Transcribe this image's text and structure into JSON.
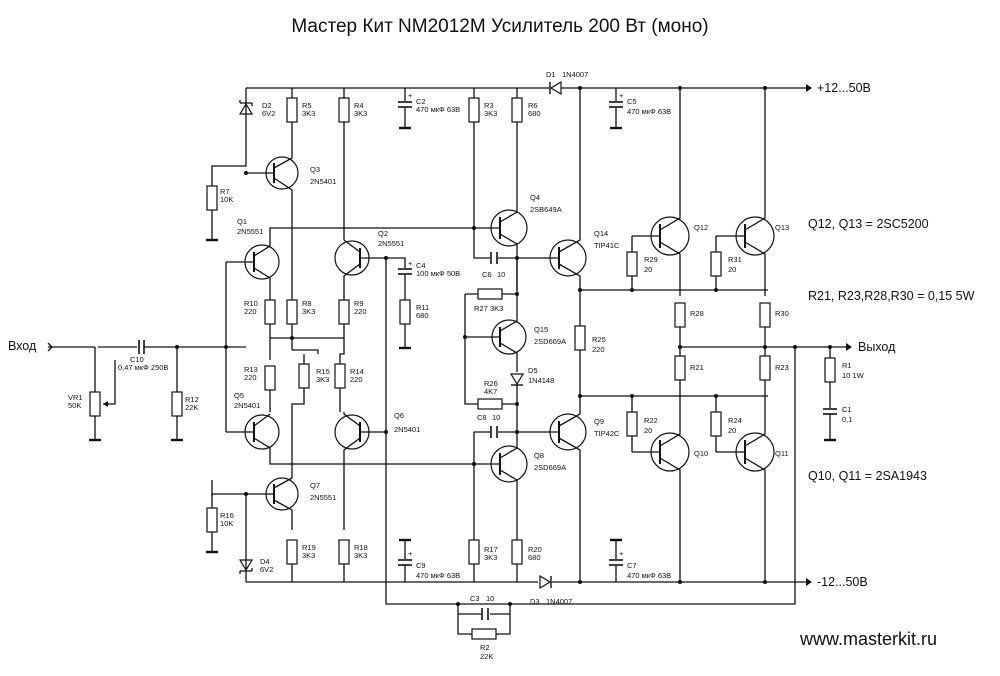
{
  "title": "Мастер Кит NM2012M Усилитель 200 Вт (моно)",
  "website": "www.masterkit.ru",
  "rails": {
    "positive": "+12...50В",
    "negative": "-12...50В"
  },
  "ports": {
    "input": "Вход",
    "output": "Выход"
  },
  "notes": {
    "q12_q13": "Q12, Q13 = 2SC5200",
    "resistors": "R21, R23,R28,R30 = 0,15 5W",
    "q10_q11": "Q10, Q11 = 2SA1943"
  },
  "components": {
    "D1": {
      "name": "D1",
      "value": "1N4007"
    },
    "D2": {
      "name": "D2",
      "value": "6V2"
    },
    "D3": {
      "name": "D3",
      "value": "1N4007"
    },
    "D4": {
      "name": "D4",
      "value": "6V2"
    },
    "D5": {
      "name": "D5",
      "value": "1N4148"
    },
    "R1": {
      "name": "R1",
      "value": "10 1W"
    },
    "R2": {
      "name": "R2",
      "value": "22K"
    },
    "R3": {
      "name": "R3",
      "value": "3K3"
    },
    "R4": {
      "name": "R4",
      "value": "3K3"
    },
    "R5": {
      "name": "R5",
      "value": "3K3"
    },
    "R6": {
      "name": "R6",
      "value": "680"
    },
    "R7": {
      "name": "R7",
      "value": "10K"
    },
    "R8": {
      "name": "R8",
      "value": "3K3"
    },
    "R9": {
      "name": "R9",
      "value": "220"
    },
    "R10": {
      "name": "R10",
      "value": "220"
    },
    "R11": {
      "name": "R11",
      "value": "680"
    },
    "R12": {
      "name": "R12",
      "value": "22K"
    },
    "R13": {
      "name": "R13",
      "value": "220"
    },
    "R14": {
      "name": "R14",
      "value": "220"
    },
    "R15": {
      "name": "R15",
      "value": "3K3"
    },
    "R16": {
      "name": "R16",
      "value": "10K"
    },
    "R17": {
      "name": "R17",
      "value": "3K3"
    },
    "R18": {
      "name": "R18",
      "value": "3K3"
    },
    "R19": {
      "name": "R19",
      "value": "3K3"
    },
    "R20": {
      "name": "R20",
      "value": "680"
    },
    "R21": {
      "name": "R21",
      "value": ""
    },
    "R22": {
      "name": "R22",
      "value": "20"
    },
    "R23": {
      "name": "R23",
      "value": ""
    },
    "R24": {
      "name": "R24",
      "value": "20"
    },
    "R25": {
      "name": "R25",
      "value": "220"
    },
    "R26": {
      "name": "R26",
      "value": "4K7"
    },
    "R27": {
      "name": "R27",
      "value": "3K3"
    },
    "R28": {
      "name": "R28",
      "value": ""
    },
    "R29": {
      "name": "R29",
      "value": "20"
    },
    "R30": {
      "name": "R30",
      "value": ""
    },
    "R31": {
      "name": "R31",
      "value": "20"
    },
    "VR1": {
      "name": "VR1",
      "value": "50K"
    },
    "C1": {
      "name": "C1",
      "value": "0,1"
    },
    "C2": {
      "name": "C2",
      "value": "470 мкФ 63В"
    },
    "C3": {
      "name": "C3",
      "value": "10"
    },
    "C4": {
      "name": "C4",
      "value": "100 мкФ 50В"
    },
    "C5": {
      "name": "C5",
      "value": "470 мкФ 63В"
    },
    "C6": {
      "name": "C6",
      "value": "10"
    },
    "C7": {
      "name": "C7",
      "value": "470 мкФ 63В"
    },
    "C8": {
      "name": "C8",
      "value": "10"
    },
    "C9": {
      "name": "C9",
      "value": "470 мкФ 63В"
    },
    "C10": {
      "name": "C10",
      "value": "0,47 мкФ 250В"
    },
    "Q1": {
      "name": "Q1",
      "value": "2N5551"
    },
    "Q2": {
      "name": "Q2",
      "value": "2N5551"
    },
    "Q3": {
      "name": "Q3",
      "value": "2N5401"
    },
    "Q4": {
      "name": "Q4",
      "value": "2SB649A"
    },
    "Q5": {
      "name": "Q5",
      "value": "2N5401"
    },
    "Q6": {
      "name": "Q6",
      "value": "2N5401"
    },
    "Q7": {
      "name": "Q7",
      "value": "2N5551"
    },
    "Q8": {
      "name": "Q8",
      "value": "2SD669A"
    },
    "Q9": {
      "name": "Q9",
      "value": "TIP42C"
    },
    "Q10": {
      "name": "Q10",
      "value": ""
    },
    "Q11": {
      "name": "Q11",
      "value": ""
    },
    "Q12": {
      "name": "Q12",
      "value": ""
    },
    "Q13": {
      "name": "Q13",
      "value": ""
    },
    "Q14": {
      "name": "Q14",
      "value": "TIP41C"
    },
    "Q15": {
      "name": "Q15",
      "value": "2SD669A"
    }
  }
}
